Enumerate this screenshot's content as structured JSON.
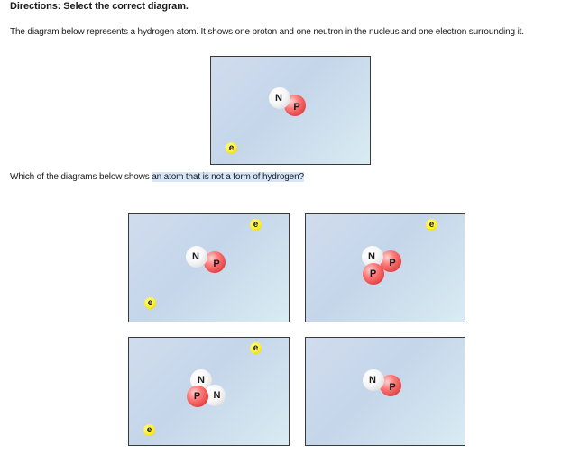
{
  "directions": "Directions: Select the correct diagram.",
  "intro": "The diagram below represents a hydrogen atom. It shows one proton and one neutron in the nucleus and one electron surrounding it.",
  "question": {
    "prefix": "Which of the diagrams below shows ",
    "highlight": "an atom that is not a form of hydrogen?"
  },
  "labels": {
    "neutron": "N",
    "proton": "P",
    "electron": "e"
  },
  "colors": {
    "proton": "#e44a4a",
    "neutron": "#f2f2f2",
    "electron": "#ffee2a",
    "panel_bg": "#c5d6ea",
    "highlight": "#d6e6f8"
  }
}
